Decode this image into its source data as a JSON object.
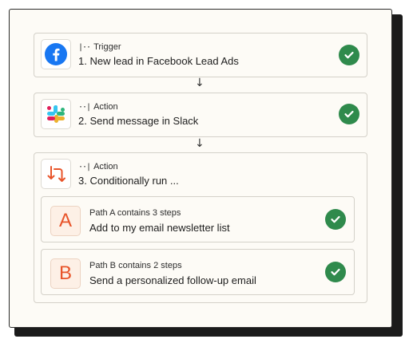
{
  "steps": [
    {
      "kind": "Trigger",
      "title": "1. New lead in Facebook Lead Ads",
      "app_icon": "facebook-icon",
      "status": "complete"
    },
    {
      "kind": "Action",
      "title": "2. Send message in Slack",
      "app_icon": "slack-icon",
      "status": "complete"
    },
    {
      "kind": "Action",
      "title": "3. Conditionally run ...",
      "app_icon": "paths-icon",
      "paths": [
        {
          "letter": "A",
          "subtitle": "Path A contains 3 steps",
          "title": "Add to my email newsletter list",
          "status": "complete"
        },
        {
          "letter": "B",
          "subtitle": "Path B contains 2 steps",
          "title": "Send a personalized follow-up email",
          "status": "complete"
        }
      ]
    }
  ],
  "connector_glyph": "↓",
  "colors": {
    "success": "#2f8a4c",
    "accent_orange": "#e8542a",
    "facebook_blue": "#1877f2",
    "card_bg": "#fdfbf6",
    "border": "#d4d1c9"
  }
}
